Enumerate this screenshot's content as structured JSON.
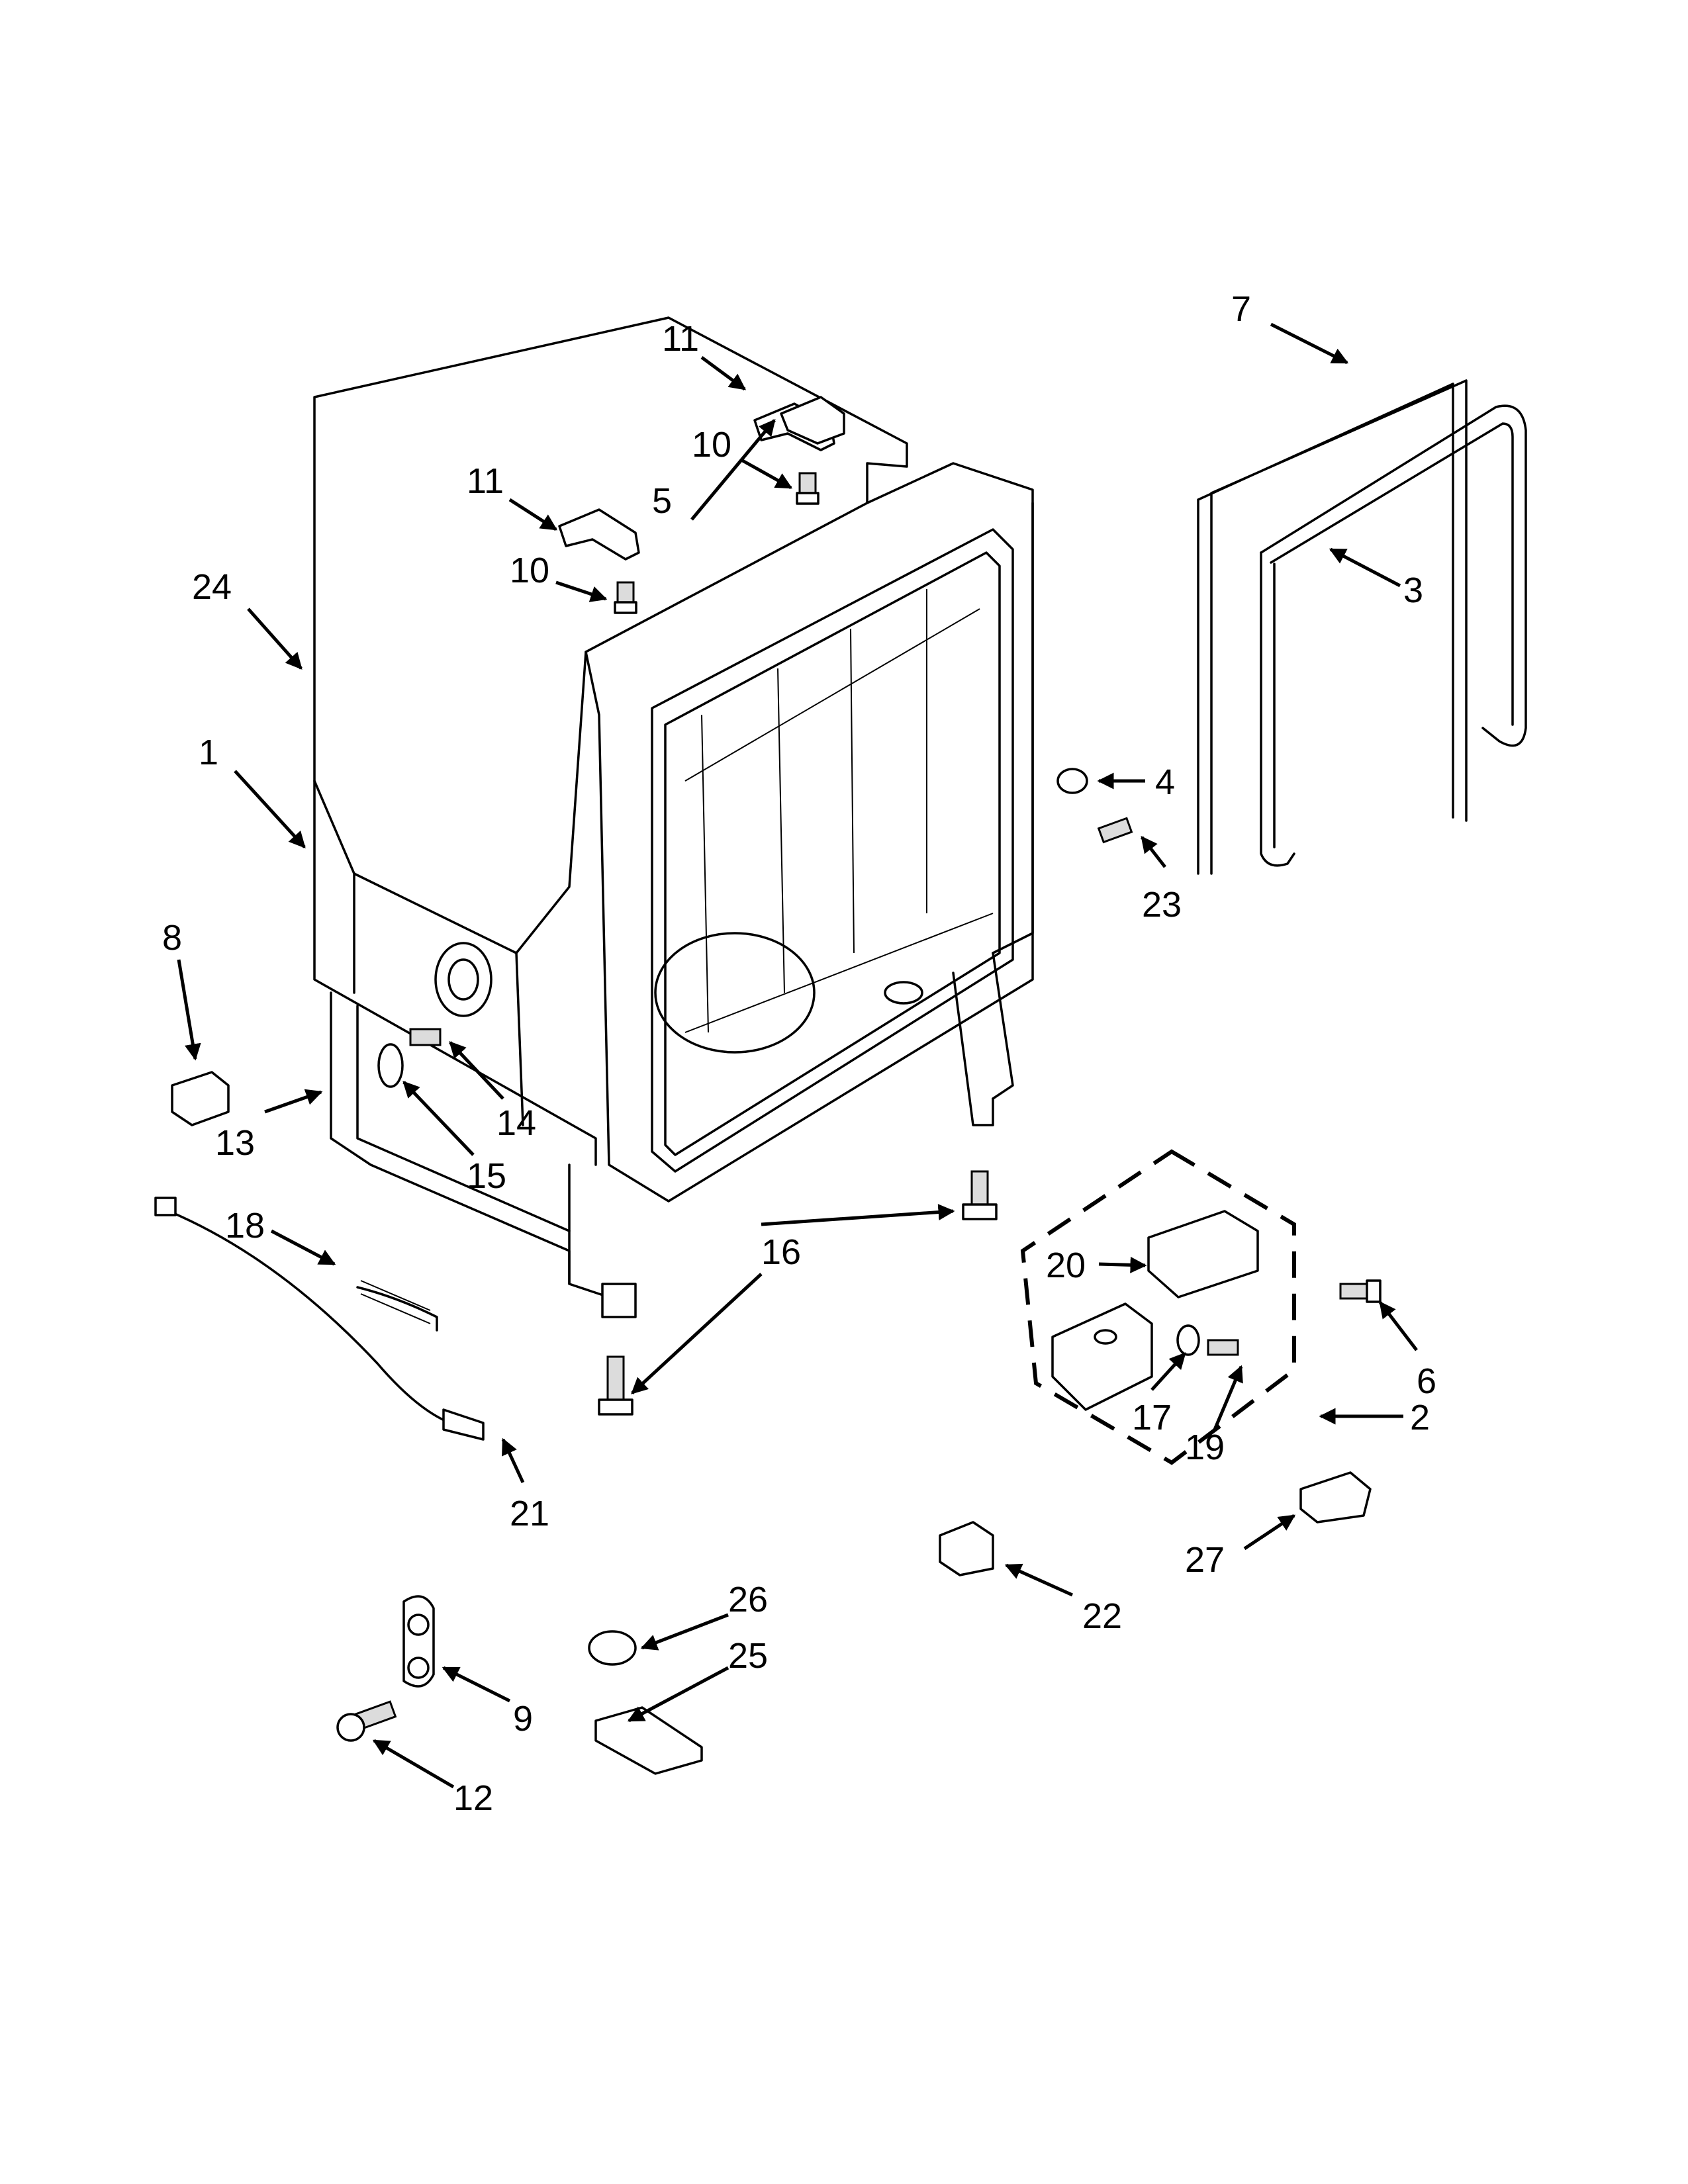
{
  "diagram": {
    "callouts": [
      {
        "id": "c7",
        "label": "7"
      },
      {
        "id": "c11a",
        "label": "11"
      },
      {
        "id": "c10a",
        "label": "10"
      },
      {
        "id": "c11b",
        "label": "11"
      },
      {
        "id": "c5",
        "label": "5"
      },
      {
        "id": "c10b",
        "label": "10"
      },
      {
        "id": "c24",
        "label": "24"
      },
      {
        "id": "c3",
        "label": "3"
      },
      {
        "id": "c1",
        "label": "1"
      },
      {
        "id": "c4",
        "label": "4"
      },
      {
        "id": "c23",
        "label": "23"
      },
      {
        "id": "c8",
        "label": "8"
      },
      {
        "id": "c14",
        "label": "14"
      },
      {
        "id": "c13",
        "label": "13"
      },
      {
        "id": "c15",
        "label": "15"
      },
      {
        "id": "c18",
        "label": "18"
      },
      {
        "id": "c16",
        "label": "16"
      },
      {
        "id": "c20",
        "label": "20"
      },
      {
        "id": "c6",
        "label": "6"
      },
      {
        "id": "c17",
        "label": "17"
      },
      {
        "id": "c2",
        "label": "2"
      },
      {
        "id": "c19",
        "label": "19"
      },
      {
        "id": "c21",
        "label": "21"
      },
      {
        "id": "c27",
        "label": "27"
      },
      {
        "id": "c22",
        "label": "22"
      },
      {
        "id": "c26",
        "label": "26"
      },
      {
        "id": "c25",
        "label": "25"
      },
      {
        "id": "c9",
        "label": "9"
      },
      {
        "id": "c12",
        "label": "12"
      }
    ]
  }
}
